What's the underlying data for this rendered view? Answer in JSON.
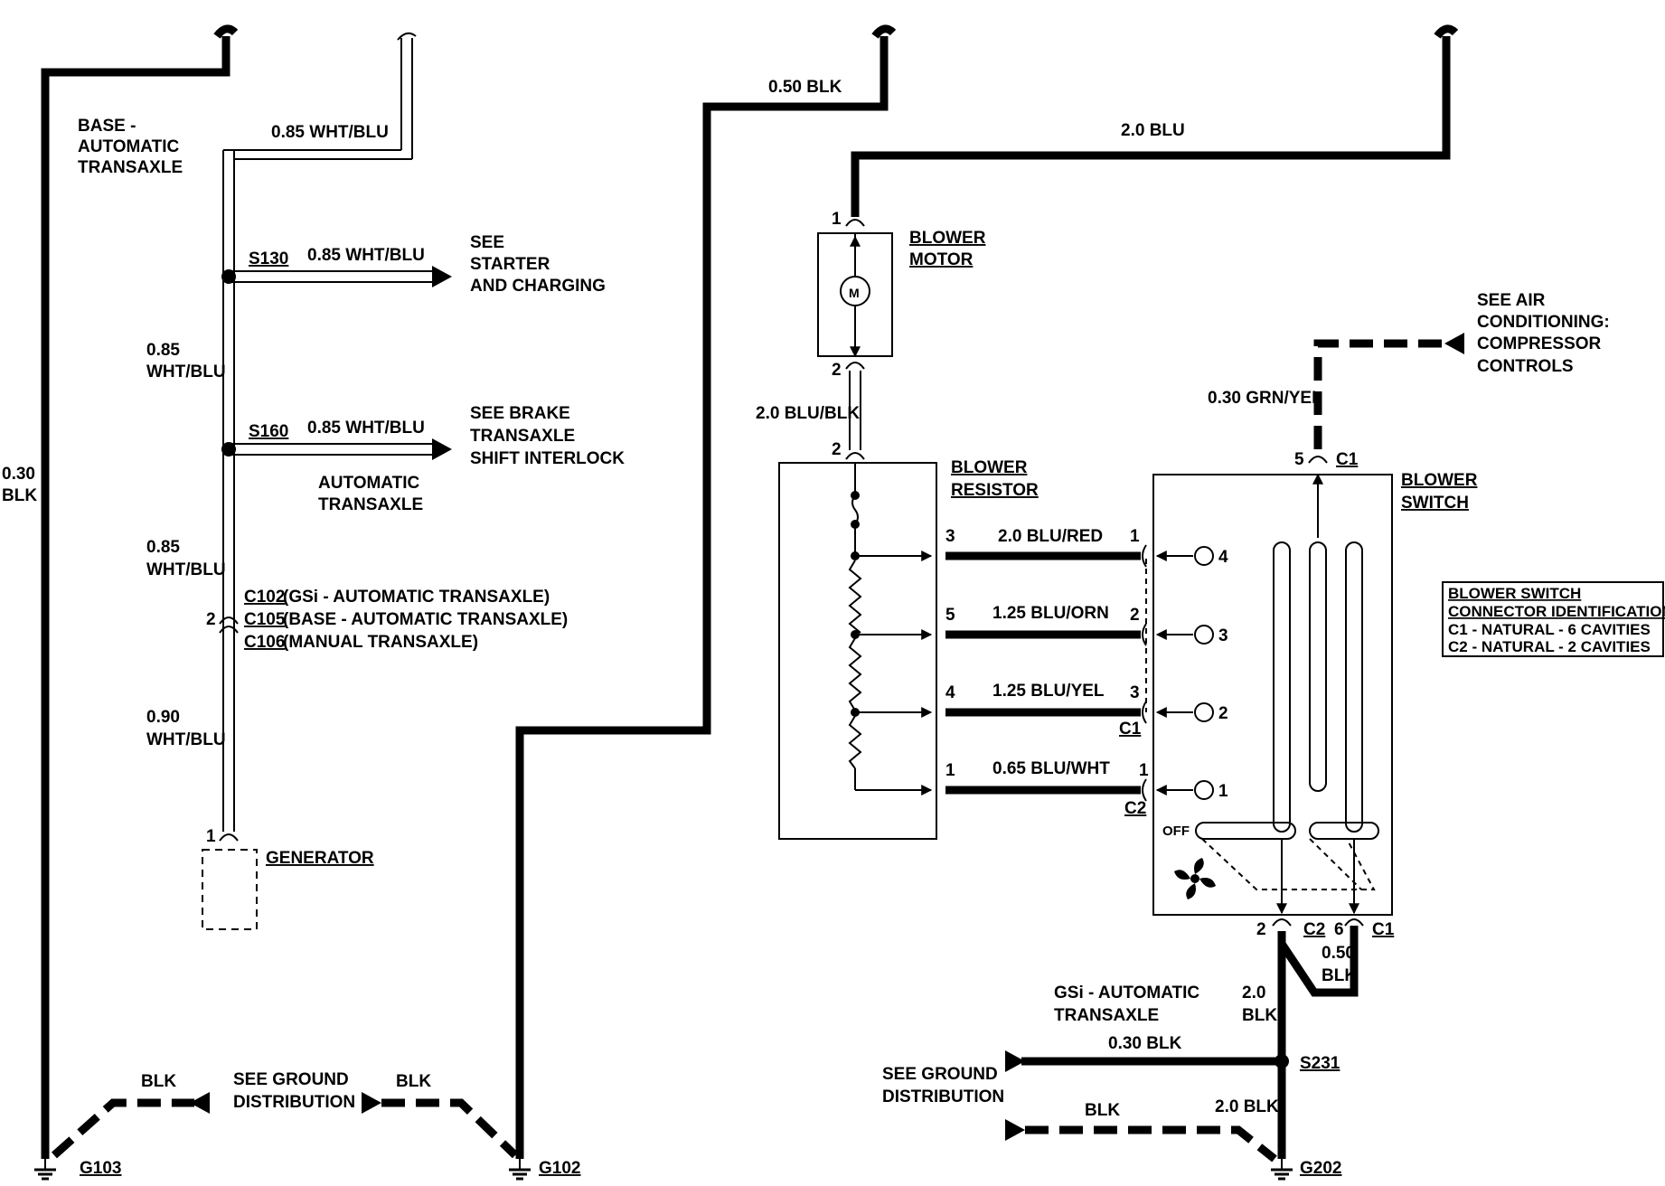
{
  "left": {
    "base_automatic": [
      "BASE -",
      "AUTOMATIC",
      "TRANSAXLE"
    ],
    "wire_top": "0.85 WHT/BLU",
    "s130": "S130",
    "s130_wire": "0.85 WHT/BLU",
    "see_starter": [
      "SEE",
      "STARTER",
      "AND CHARGING"
    ],
    "wire_085a": [
      "0.85",
      "WHT/BLU"
    ],
    "s160": "S160",
    "s160_wire": "0.85 WHT/BLU",
    "see_brake": [
      "SEE BRAKE",
      "TRANSAXLE",
      "SHIFT INTERLOCK"
    ],
    "automatic_transaxle": [
      "AUTOMATIC",
      "TRANSAXLE"
    ],
    "wire_085b": [
      "0.85",
      "WHT/BLU"
    ],
    "c102": "C102",
    "c102_desc": "(GSi - AUTOMATIC TRANSAXLE)",
    "c105": "C105",
    "c105_desc": "(BASE - AUTOMATIC TRANSAXLE)",
    "c106": "C106",
    "c106_desc": "(MANUAL TRANSAXLE)",
    "pin_2": "2",
    "wire_090": [
      "0.90",
      "WHT/BLU"
    ],
    "pin_1": "1",
    "generator": "GENERATOR",
    "wire_030_blk": [
      "0.30",
      "BLK"
    ],
    "blk_left": "BLK",
    "see_ground": [
      "SEE GROUND",
      "DISTRIBUTION"
    ],
    "blk_right": "BLK",
    "g103": "G103",
    "g102": "G102"
  },
  "right": {
    "wire_050_blk": "0.50 BLK",
    "wire_20_blu": "2.0 BLU",
    "motor_pin1": "1",
    "blower_motor": [
      "BLOWER",
      "MOTOR"
    ],
    "motor_symbol": "M",
    "motor_pin2": "2",
    "wire_20_blublk": "2.0 BLU/BLK",
    "resistor_pin2": "2",
    "blower_resistor": [
      "BLOWER",
      "RESISTOR"
    ],
    "see_ac": [
      "SEE AIR",
      "CONDITIONING:",
      "COMPRESSOR",
      "CONTROLS"
    ],
    "wire_030_grnyel": "0.30 GRN/YEL",
    "switch_pin5": "5",
    "c1_top": "C1",
    "blower_switch": [
      "BLOWER",
      "SWITCH"
    ],
    "wires": [
      {
        "left_pin": "3",
        "label": "2.0 BLU/RED",
        "right_pin": "1",
        "speed": "4"
      },
      {
        "left_pin": "5",
        "label": "1.25 BLU/ORN",
        "right_pin": "2",
        "speed": "3"
      },
      {
        "left_pin": "4",
        "label": "1.25 BLU/YEL",
        "right_pin": "3",
        "speed": "2"
      },
      {
        "left_pin": "1",
        "label": "0.65 BLU/WHT",
        "right_pin": "1",
        "speed": "1"
      }
    ],
    "c1_mid": "C1",
    "c2_mid": "C2",
    "off": "OFF",
    "connector_id": [
      "BLOWER SWITCH",
      "CONNECTOR IDENTIFICATION",
      "C1 - NATURAL - 6 CAVITIES",
      "C2 - NATURAL - 2 CAVITIES"
    ],
    "bottom_pin2": "2",
    "bottom_c2": "C2",
    "bottom_pin6": "6",
    "bottom_c1": "C1",
    "wire_050b": [
      "0.50",
      "BLK"
    ],
    "wire_20_blk_a": [
      "2.0",
      "BLK"
    ],
    "gsi_automatic": [
      "GSi - AUTOMATIC",
      "TRANSAXLE"
    ],
    "wire_030_blk_b": "0.30 BLK",
    "s231": "S231",
    "see_ground": [
      "SEE GROUND",
      "DISTRIBUTION"
    ],
    "blk": "BLK",
    "wire_20_blk_b": "2.0 BLK",
    "g202": "G202"
  }
}
